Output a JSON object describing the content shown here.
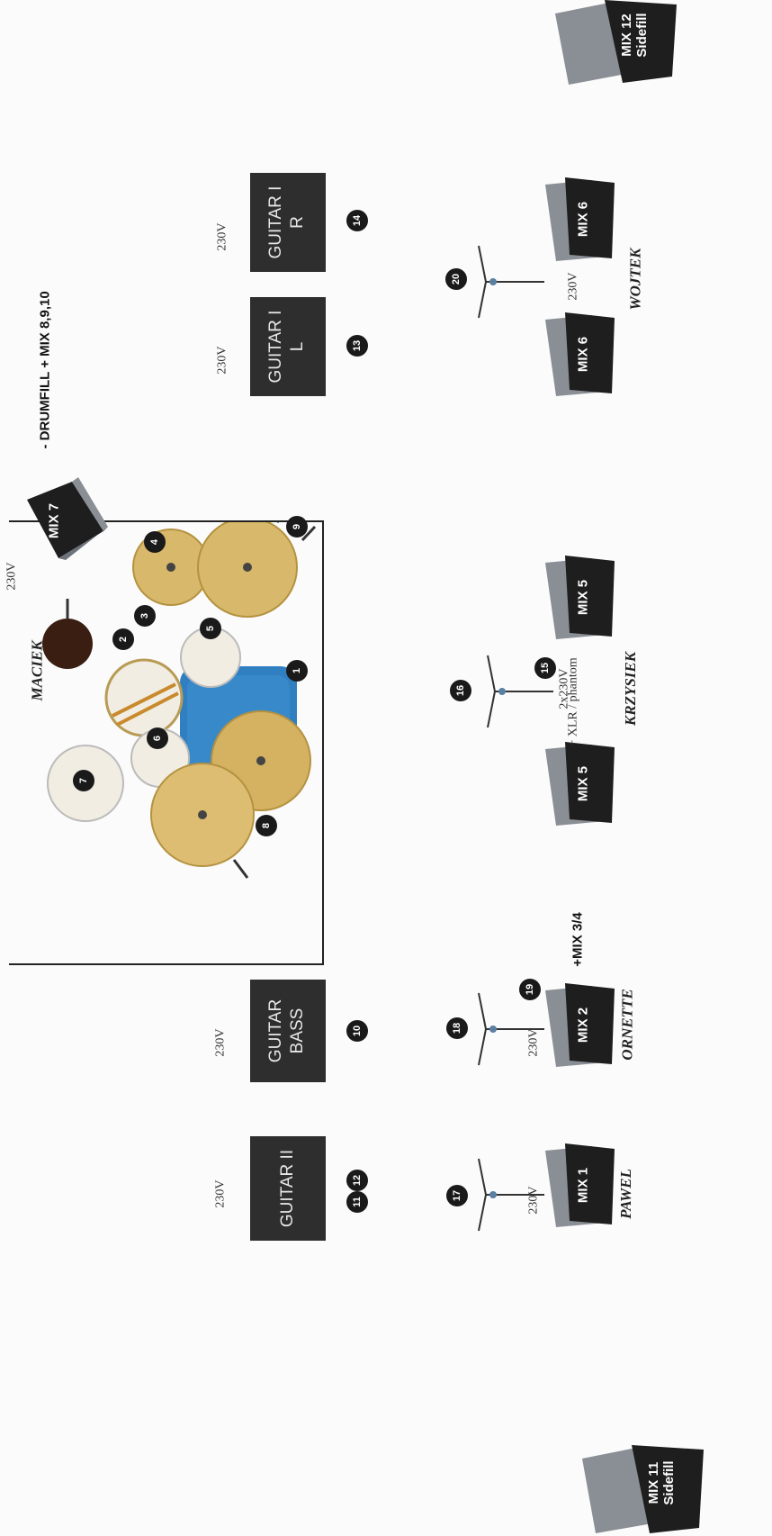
{
  "amps": {
    "guitar1_left": {
      "line1": "GUITAR I",
      "line2": "L"
    },
    "guitar1_right": {
      "line1": "GUITAR I",
      "line2": "R"
    },
    "guitar2": {
      "line1": "GUITAR II"
    },
    "bass": {
      "line1": "GUITAR",
      "line2": "BASS"
    }
  },
  "power": {
    "label": "230V",
    "double": "2x230V",
    "xlr": "+ XLR / phantom"
  },
  "monitors": {
    "mix1": "MIX 1",
    "mix2": "MIX 2",
    "mix5a": "MIX 5",
    "mix5b": "MIX 5",
    "mix6a": "MIX 6",
    "mix6b": "MIX 6",
    "mix7": "MIX 7",
    "mix11_line1": "MIX 11",
    "mix11_line2": "Sidefill",
    "mix12_line1": "MIX 12",
    "mix12_line2": "Sidefill"
  },
  "notes": {
    "drumfill": "- DRUMFILL + MIX 8,9,10",
    "mix34": "+MIX 3/4"
  },
  "names": {
    "drummer": "MACIEK",
    "pawel": "PAWEL",
    "ornette": "ORNETTE",
    "krzysiek": "KRZYSIEK",
    "wojtek": "WOJTEK"
  },
  "channels": {
    "c1": "1",
    "c2": "2",
    "c3": "3",
    "c4": "4",
    "c5": "5",
    "c6": "6",
    "c7": "7",
    "c8": "8",
    "c9": "9",
    "c10": "10",
    "c11": "11",
    "c12": "12",
    "c13": "13",
    "c14": "14",
    "c15": "15",
    "c16": "16",
    "c17": "17",
    "c18": "18",
    "c19": "19",
    "c20": "20"
  },
  "colors": {
    "amp": "#2e2e2e",
    "wedge_top": "#1e1e1e",
    "wedge_side": "#8a8f96",
    "cymbal": "#d8b86a",
    "drum_blue": "#2f7fc1",
    "drumhead": "#f1ede2"
  }
}
